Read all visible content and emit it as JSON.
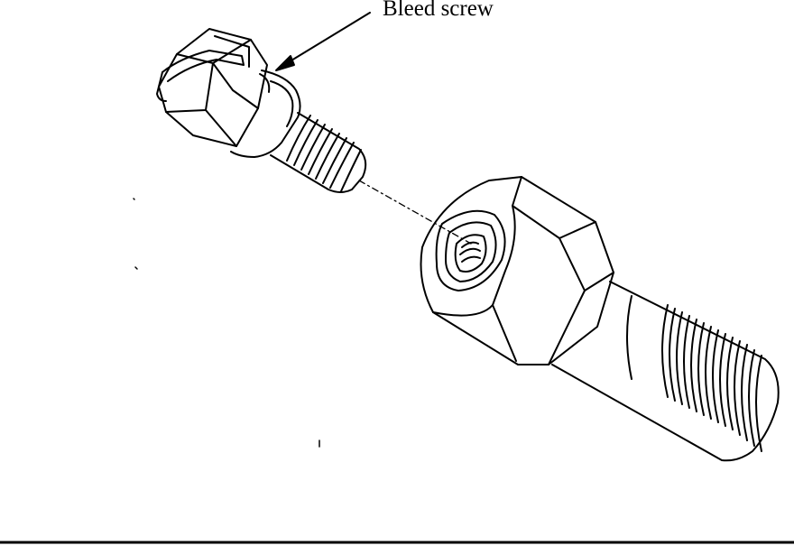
{
  "diagram": {
    "callout_label": "Bleed screw",
    "parts": [
      "bleed-screw",
      "bleed-nipple-body"
    ],
    "ink_color": "#000000",
    "background_color": "#ffffff"
  }
}
